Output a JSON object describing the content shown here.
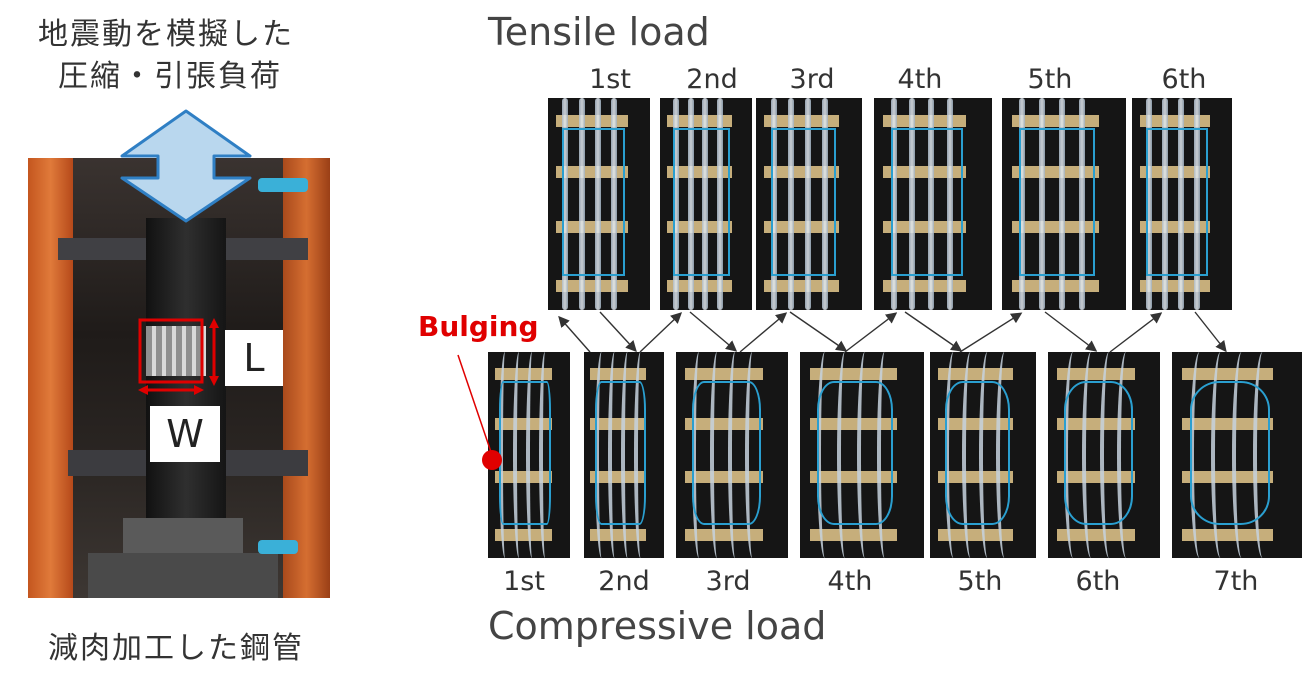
{
  "left_panel": {
    "caption_top_line1": "地震動を模擬した",
    "caption_top_line2": "圧縮・引張負荷",
    "caption_bottom": "減肉加工した鋼管",
    "dim_L": "L",
    "dim_W": "W"
  },
  "right_panel": {
    "tensile_title": "Tensile load",
    "compressive_title": "Compressive load",
    "bulging_label": "Bulging",
    "tensile_cycles": [
      "1st",
      "2nd",
      "3rd",
      "4th",
      "5th",
      "6th"
    ],
    "compressive_cycles": [
      "1st",
      "2nd",
      "3rd",
      "4th",
      "5th",
      "6th",
      "7th"
    ]
  },
  "colors": {
    "arrow_fill": "#b9d7ee",
    "arrow_stroke": "#2f7fc4",
    "highlight_red": "#e00000",
    "outline_blue": "#2a9fd0"
  }
}
